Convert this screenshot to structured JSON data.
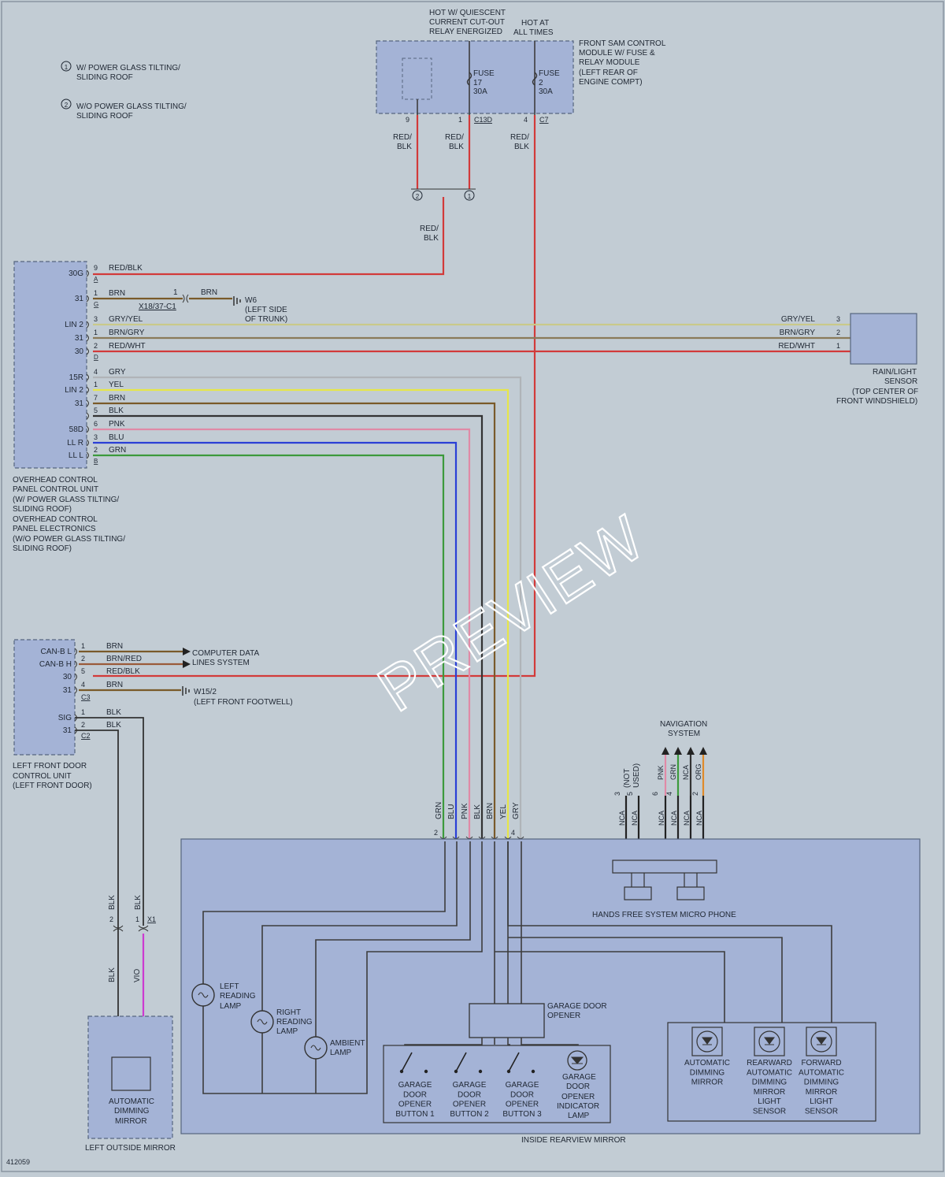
{
  "notes": {
    "note1": [
      "W/ POWER GLASS TILTING/",
      "SLIDING ROOF"
    ],
    "note2": [
      "W/O POWER GLASS TILTING/",
      "SLIDING ROOF"
    ],
    "num1": "1",
    "num2": "2"
  },
  "top": {
    "hot_quiescent": [
      "HOT W/ QUIESCENT",
      "CURRENT CUT-OUT",
      "RELAY ENERGIZED"
    ],
    "hot_all": [
      "HOT AT",
      "ALL TIMES"
    ],
    "sam_module": [
      "FRONT SAM CONTROL",
      "MODULE W/ FUSE &",
      "RELAY MODULE",
      "(LEFT REAR OF",
      "ENGINE COMPT)"
    ],
    "fuse17": [
      "FUSE",
      "17",
      "30A"
    ],
    "fuse2": [
      "FUSE",
      "2",
      "30A"
    ],
    "pins": {
      "p9": "9",
      "p1": "1",
      "c13d": "C13D",
      "p4": "4",
      "c7": "C7"
    },
    "wire_redblk": [
      "RED/",
      "BLK"
    ],
    "splice_2": "2",
    "splice_1": "1"
  },
  "overhead": {
    "pins": [
      {
        "label": "30G",
        "num": "9",
        "wire": "RED/BLK",
        "conn": "A"
      },
      {
        "label": "31",
        "num": "1",
        "wire": "BRN",
        "conn": "G"
      },
      {
        "label": "LIN 2",
        "num": "3",
        "wire": "GRY/YEL"
      },
      {
        "label": "31",
        "num": "1",
        "wire": "BRN/GRY"
      },
      {
        "label": "30",
        "num": "2",
        "wire": "RED/WHT",
        "conn": "D"
      },
      {
        "label": "15R",
        "num": "4",
        "wire": "GRY"
      },
      {
        "label": "LIN 2",
        "num": "1",
        "wire": "YEL"
      },
      {
        "label": "31",
        "num": "7",
        "wire": "BRN"
      },
      {
        "label": "",
        "num": "5",
        "wire": "BLK"
      },
      {
        "label": "58D",
        "num": "6",
        "wire": "PNK"
      },
      {
        "label": "LL R",
        "num": "3",
        "wire": "BLU"
      },
      {
        "label": "LL L",
        "num": "2",
        "wire": "GRN",
        "conn": "B"
      }
    ],
    "caption": [
      "OVERHEAD CONTROL",
      "PANEL CONTROL UNIT",
      "(W/ POWER GLASS TILTING/",
      "SLIDING ROOF)",
      "OVERHEAD CONTROL",
      "PANEL ELECTRONICS",
      "(W/O POWER GLASS TILTING/",
      "SLIDING ROOF)"
    ],
    "ground_conn": "X18/37-C1",
    "ground_pin": "1",
    "ground_wire": "BRN",
    "ground_label": [
      "W6",
      "(LEFT SIDE",
      "OF TRUNK)"
    ]
  },
  "rain_sensor": {
    "wires": [
      {
        "wire": "GRY/YEL",
        "num": "3"
      },
      {
        "wire": "BRN/GRY",
        "num": "2"
      },
      {
        "wire": "RED/WHT",
        "num": "1"
      }
    ],
    "caption": [
      "RAIN/LIGHT",
      "SENSOR",
      "(TOP CENTER OF",
      "FRONT WINDSHIELD)"
    ]
  },
  "door": {
    "c3_pins": [
      {
        "label": "CAN-B L",
        "num": "1",
        "wire": "BRN"
      },
      {
        "label": "CAN-B H",
        "num": "2",
        "wire": "BRN/RED"
      },
      {
        "label": "30",
        "num": "5",
        "wire": "RED/BLK"
      },
      {
        "label": "31",
        "num": "4",
        "wire": "BRN"
      }
    ],
    "c3": "C3",
    "c2_pins": [
      {
        "label": "SIG",
        "num": "1",
        "wire": "BLK"
      },
      {
        "label": "31",
        "num": "2",
        "wire": "BLK"
      }
    ],
    "c2": "C2",
    "computer_data": [
      "COMPUTER DATA",
      "LINES SYSTEM"
    ],
    "ground_label": [
      "W15/2",
      "(LEFT FRONT FOOTWELL)"
    ],
    "caption": [
      "LEFT FRONT DOOR",
      "CONTROL UNIT",
      "(LEFT FRONT DOOR)"
    ]
  },
  "mirror_inputs": {
    "wires": [
      "GRN",
      "BLU",
      "PNK",
      "BLK",
      "BRN",
      "YEL",
      "GRY"
    ],
    "pins": [
      "2",
      "",
      "",
      "",
      "",
      "",
      "4"
    ]
  },
  "nav": {
    "title": [
      "NAVIGATION",
      "SYSTEM"
    ],
    "not_used": [
      "(NOT",
      "USED)"
    ],
    "pin3": "3",
    "pin5": "5",
    "pin6": "6",
    "pin4": "4",
    "pin2": "2",
    "wires": [
      "PNK",
      "GRN",
      "NCA",
      "ORG"
    ],
    "nca": [
      "NCA",
      "NCA",
      "NCA",
      "NCA",
      "NCA",
      "NCA"
    ],
    "microphone": "HANDS FREE SYSTEM MICRO PHONE"
  },
  "outside_mirror": {
    "wire_top": [
      "BLK",
      "BLK"
    ],
    "pins": [
      "2",
      "1"
    ],
    "conn": "X1",
    "wire_bottom": [
      "BLK",
      "VIO"
    ],
    "label": [
      "AUTOMATIC",
      "DIMMING",
      "MIRROR"
    ],
    "caption": "LEFT OUTSIDE MIRROR"
  },
  "inside_mirror": {
    "left_lamp": [
      "LEFT",
      "READING",
      "LAMP"
    ],
    "right_lamp": [
      "RIGHT",
      "READING",
      "LAMP"
    ],
    "ambient_lamp": [
      "AMBIENT",
      "LAMP"
    ],
    "garage_opener": [
      "GARAGE DOOR",
      "OPENER"
    ],
    "buttons": [
      [
        "GARAGE",
        "DOOR",
        "OPENER",
        "BUTTON 1"
      ],
      [
        "GARAGE",
        "DOOR",
        "OPENER",
        "BUTTON 2"
      ],
      [
        "GARAGE",
        "DOOR",
        "OPENER",
        "BUTTON 3"
      ]
    ],
    "indicator": [
      "GARAGE",
      "DOOR",
      "OPENER",
      "INDICATOR",
      "LAMP"
    ],
    "auto_mirror": [
      "AUTOMATIC",
      "DIMMING",
      "MIRROR"
    ],
    "rear_sensor": [
      "REARWARD",
      "AUTOMATIC",
      "DIMMING",
      "MIRROR",
      "LIGHT",
      "SENSOR"
    ],
    "fwd_sensor": [
      "FORWARD",
      "AUTOMATIC",
      "DIMMING",
      "MIRROR",
      "LIGHT",
      "SENSOR"
    ],
    "caption": "INSIDE REARVIEW MIRROR"
  },
  "figure_number": "412059",
  "watermark": "PREVIEW",
  "colors": {
    "RED": "#d23a3a",
    "BRN": "#7a5a2a",
    "GRY": "#b0b4b8",
    "YEL": "#e6e64a",
    "BLK": "#333333",
    "PNK": "#e08aa6",
    "BLU": "#2a3fd6",
    "GRN": "#3c9a3c",
    "ORG": "#e08a2a",
    "VIO": "#cc3ad0",
    "GRYYEL": "#c9c98a",
    "BRNGRY": "#8a7a5a"
  }
}
